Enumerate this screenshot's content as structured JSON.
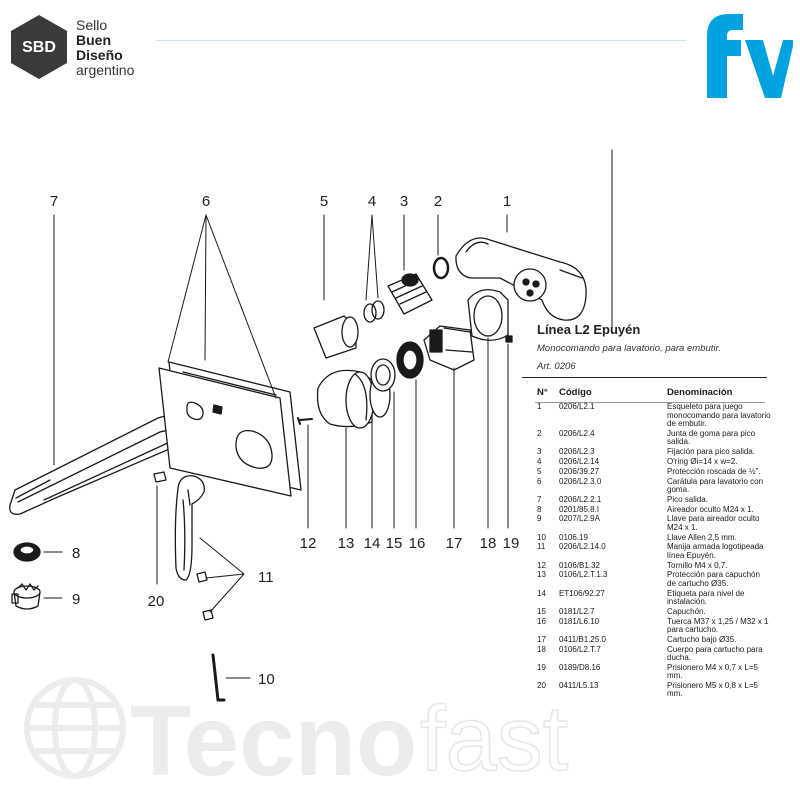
{
  "header": {
    "sbd_badge": "SBD",
    "sbd_lines": [
      "Sello",
      "Buen",
      "Diseño",
      "argentino"
    ],
    "brand_logo": "fv"
  },
  "watermark": {
    "text_a": "Tecno",
    "text_b": "fast",
    "icon": "globe-icon"
  },
  "product": {
    "line": "Línea L2 Epuyén",
    "subtitle": "Monocomando para lavatorio, para embutir.",
    "article": "Art. 0206"
  },
  "callouts": [
    "1",
    "2",
    "3",
    "4",
    "5",
    "6",
    "7",
    "8",
    "9",
    "10",
    "11",
    "12",
    "13",
    "14",
    "15",
    "16",
    "17",
    "18",
    "19",
    "20"
  ],
  "table": {
    "headers": {
      "n": "N°",
      "code": "Código",
      "name": "Denominación"
    },
    "rows": [
      {
        "n": "1",
        "code": "0206/L2.1",
        "name": "Esqueleto para juego monocomando para lavatorio de embutir."
      },
      {
        "n": "2",
        "code": "0206/L2.4",
        "name": "Junta de goma para pico salida."
      },
      {
        "n": "3",
        "code": "0206/L2.3",
        "name": "Fijación para pico salida."
      },
      {
        "n": "4",
        "code": "0206/L2.14",
        "name": "O'ring Øi=14 x w=2."
      },
      {
        "n": "5",
        "code": "0206/39.27",
        "name": "Protección roscada de ½\"."
      },
      {
        "n": "6",
        "code": "0206/L2.3.0",
        "name": "Carátula para lavatorio con goma."
      },
      {
        "n": "7",
        "code": "0206/L2.2.1",
        "name": "Pico salida."
      },
      {
        "n": "8",
        "code": "0201/85.8.I",
        "name": "Aireador oculto M24 x 1."
      },
      {
        "n": "9",
        "code": "0207/L2.9A",
        "name": "Llave para aireador oculto M24 x 1."
      },
      {
        "n": "10",
        "code": "0106.19",
        "name": "Llave Allen 2,5 mm."
      },
      {
        "n": "11",
        "code": "0206/L2.14.0",
        "name": "Manija armada logotipeada línea Epuyén."
      },
      {
        "n": "12",
        "code": "0106/B1.32",
        "name": "Tornillo M4 x 0,7."
      },
      {
        "n": "13",
        "code": "0106/L2.T.1.3",
        "name": "Protección para capuchón de cartucho Ø35."
      },
      {
        "n": "14",
        "code": "ET106/92.27",
        "name": "Etiqueta para nivel de instalación."
      },
      {
        "n": "15",
        "code": "0181/L2.7",
        "name": "Capuchón."
      },
      {
        "n": "16",
        "code": "0181/L6.10",
        "name": "Tuerca M37 x 1,25 / M32 x 1 para cartucho."
      },
      {
        "n": "17",
        "code": "0411/B1.25.0",
        "name": "Cartucho bajo Ø35."
      },
      {
        "n": "18",
        "code": "0106/L2.T.7",
        "name": "Cuerpo para cartucho para ducha."
      },
      {
        "n": "19",
        "code": "0189/D8.16",
        "name": "Prisionero M4 x 0,7 x L=5 mm."
      },
      {
        "n": "20",
        "code": "0411/L5.13",
        "name": "Prisionero M5 x 0,8 x L=5 mm."
      }
    ]
  },
  "colors": {
    "brand_blue": "#00a3e0",
    "badge": "#3a3a3a",
    "watermark": "#ececec",
    "ink": "#1a1a1a"
  }
}
